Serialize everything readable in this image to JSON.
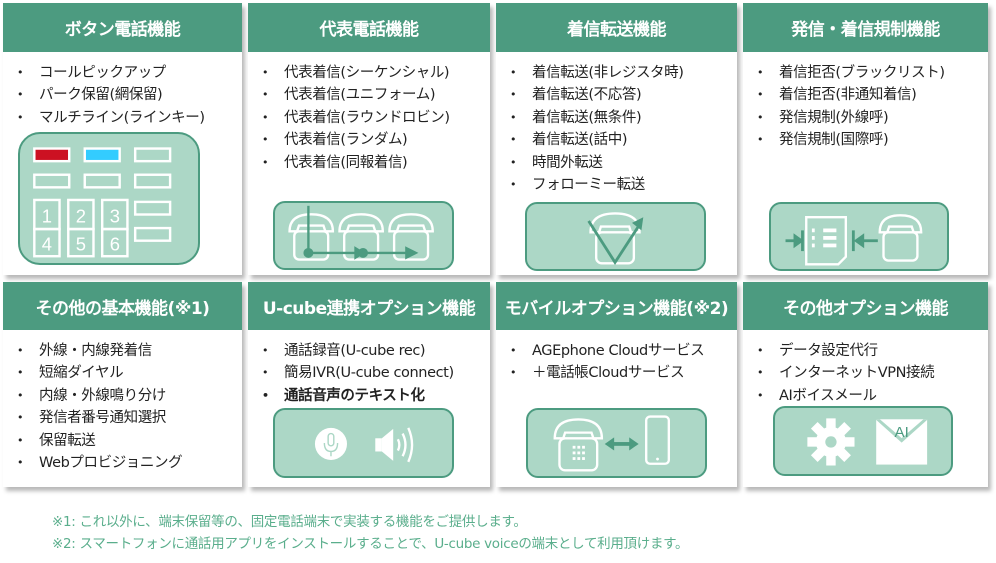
{
  "cards": [
    {
      "title": "ボタン電話機能",
      "items": [
        "コールピックアップ",
        "パーク保留(網保留)",
        "マルチライン(ラインキー)"
      ],
      "keypad": [
        "1",
        "2",
        "3",
        "4",
        "5",
        "6"
      ],
      "colors": {
        "red": "#cc1122",
        "blue": "#33ccff"
      }
    },
    {
      "title": "代表電話機能",
      "items": [
        "代表着信(シーケンシャル)",
        "代表着信(ユニフォーム)",
        "代表着信(ラウンドロビン)",
        "代表着信(ランダム)",
        "代表着信(同報着信)"
      ]
    },
    {
      "title": "着信転送機能",
      "items": [
        "着信転送(非レジスタ時)",
        "着信転送(不応答)",
        "着信転送(無条件)",
        "着信転送(話中)",
        "時間外転送",
        "フォローミー転送"
      ]
    },
    {
      "title": "発信・着信規制機能",
      "items": [
        "着信拒否(ブラックリスト)",
        "着信拒否(非通知着信)",
        "発信規制(外線呼)",
        "発信規制(国際呼)"
      ]
    },
    {
      "title": "その他の基本機能(※1)",
      "items": [
        "外線・内線発着信",
        "短縮ダイヤル",
        "内線・外線鳴り分け",
        "発信者番号通知選択",
        "保留転送",
        "Webプロビジョニング"
      ]
    },
    {
      "title": "U-cube連携オプション機能",
      "items": [
        "通話録音(U-cube rec)",
        "簡易IVR(U-cube connect)",
        "通話音声のテキスト化"
      ]
    },
    {
      "title": "モバイルオプション機能(※2)",
      "items": [
        "AGEphone Cloudサービス",
        "＋電話帳Cloudサービス"
      ]
    },
    {
      "title": "その他オプション機能",
      "items": [
        "データ設定代行",
        "インターネットVPN接続",
        "AIボイスメール"
      ],
      "mail_label": "AI"
    }
  ],
  "footnotes": [
    "※1:  これ以外に、端末保留等の、固定電話端末で実装する機能をご提供します。",
    "※2:  スマートフォンに通話用アプリをインストールすることで、U-cube voiceの端末として利用頂けます。"
  ],
  "theme": {
    "header": "#4c9b80",
    "panel": "#acd7c6",
    "footnote": "#5aae8c"
  }
}
